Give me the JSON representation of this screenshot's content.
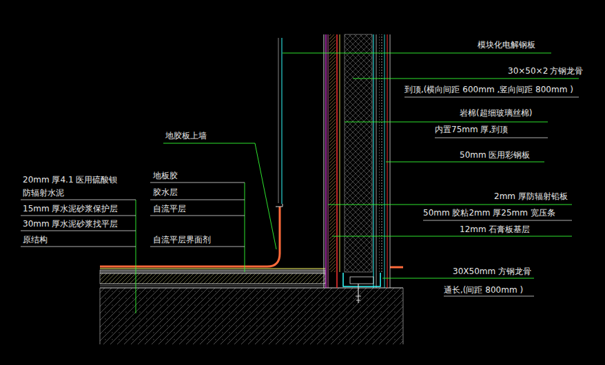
{
  "diagram": {
    "labels": [
      "模块化电解钢板",
      "30×50×2",
      "方钢龙骨",
      "到顶,(横向间距 600mm ,竖向间距 800mm )",
      "岩棉(超细玻璃丝棉)",
      "内置75mm 厚,到顶",
      "50mm 医用彩钢板",
      "2mm 厚防辐射铅板",
      "50mm 胶粘2mm 厚25mm 宽压条",
      "12mm 石膏板基层",
      "30X50mm 方钢龙骨",
      "通长,(间距 800mm )",
      "20mm 厚4.1 医用硫酸钡",
      "防辐射水泥",
      "15mm 厚水泥砂浆保护层",
      "30mm 厚水泥砂浆找平层",
      "原结构",
      "地胶板上墙",
      "地板胶",
      "胶水层",
      "自流平层",
      "自流平层界面剂"
    ]
  }
}
